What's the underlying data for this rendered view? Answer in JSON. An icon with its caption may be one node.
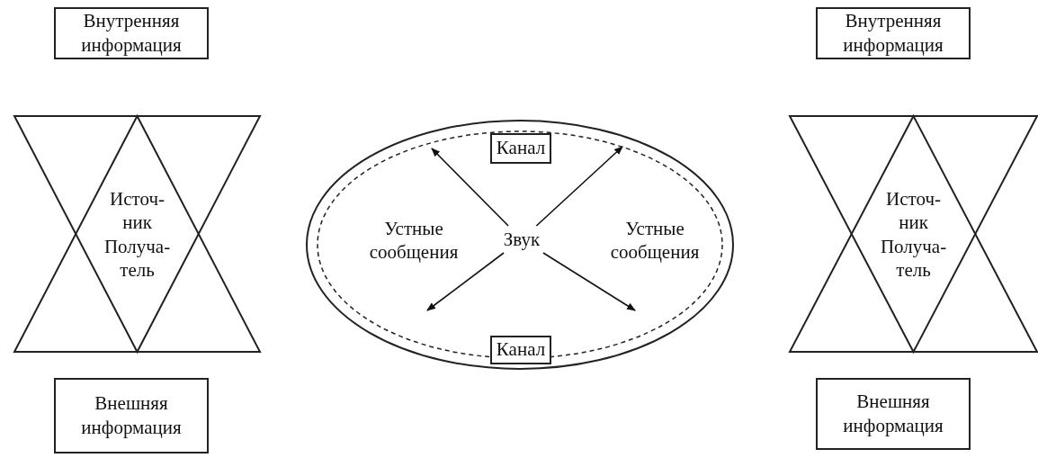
{
  "diagram": {
    "nodes": [
      {
        "text": [
          "Внутренняя информация"
        ]
      },
      {
        "text": [
          "Источ-ник",
          "Получа-тель"
        ]
      },
      {
        "text": [
          "Внешняя информация"
        ]
      },
      {
        "text": [],
        "shape": "ellipse"
      },
      {
        "text": [
          "Звук"
        ],
        "in": 3
      },
      {
        "text": [
          "Канал"
        ],
        "in": 3
      },
      {
        "text": [
          "Канал"
        ],
        "in": 3
      },
      {
        "text": [
          "Устные сообщения"
        ],
        "in": 3
      },
      {
        "text": [
          "Устные сообщения"
        ],
        "in": 3
      },
      {
        "text": [
          "Внутренняя информация"
        ]
      },
      {
        "text": [
          "Источ-ник",
          "Получа-тель"
        ]
      },
      {
        "text": [
          "Внешняя информация"
        ]
      }
    ],
    "edges": [
      {
        "from": 4,
        "to": null,
        "arrow": "to"
      },
      {
        "from": 4,
        "to": null,
        "arrow": "to"
      },
      {
        "from": 4,
        "to": null,
        "arrow": "to"
      },
      {
        "from": 4,
        "to": null,
        "arrow": "to"
      }
    ]
  }
}
